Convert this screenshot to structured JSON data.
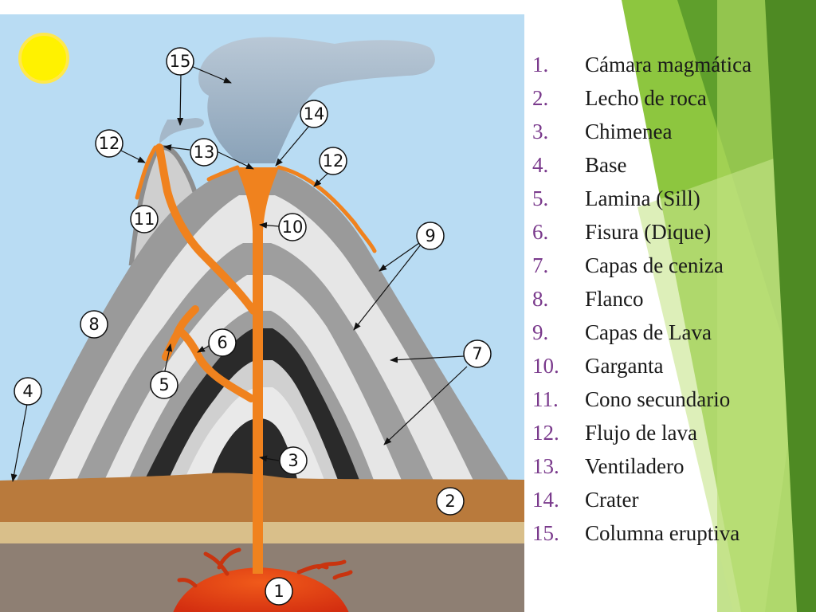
{
  "colors": {
    "sky": "#b9dcf3",
    "sun": "#fff200",
    "magma": "#e94f14",
    "lava": "#f0821e",
    "ash_light": "#e9e9e9",
    "ash_gray": "#9a9a9a",
    "ash_dark": "#2a2a2a",
    "ground_brown": "#b97a3c",
    "ground_tan": "#d9bf8a",
    "bedrock": "#8e7f73",
    "plume": "#9fb5c8",
    "accent_green": "#8dc63f",
    "legend_number": "#7a3a8c"
  },
  "legend": [
    {
      "number": "1.",
      "label": "Cámara magmática"
    },
    {
      "number": "2.",
      "label": "Lecho de roca"
    },
    {
      "number": "3.",
      "label": "Chimenea"
    },
    {
      "number": "4.",
      "label": "Base"
    },
    {
      "number": "5.",
      "label": "Lamina (Sill)"
    },
    {
      "number": "6.",
      "label": "Fisura (Dique)"
    },
    {
      "number": "7.",
      "label": "Capas de ceniza"
    },
    {
      "number": "8.",
      "label": "Flanco"
    },
    {
      "number": "9.",
      "label": "Capas de Lava"
    },
    {
      "number": "10.",
      "label": "Garganta"
    },
    {
      "number": "11.",
      "label": "Cono secundario"
    },
    {
      "number": "12.",
      "label": "Flujo de lava"
    },
    {
      "number": "13.",
      "label": "Ventiladero"
    },
    {
      "number": "14.",
      "label": "Crater"
    },
    {
      "number": "15.",
      "label": "Columna eruptiva"
    }
  ],
  "callouts": {
    "c1": "1",
    "c2": "2",
    "c3": "3",
    "c4": "4",
    "c5": "5",
    "c6": "6",
    "c7": "7",
    "c8": "8",
    "c9": "9",
    "c10": "10",
    "c11": "11",
    "c12a": "12",
    "c12b": "12",
    "c13": "13",
    "c14": "14",
    "c15": "15"
  }
}
